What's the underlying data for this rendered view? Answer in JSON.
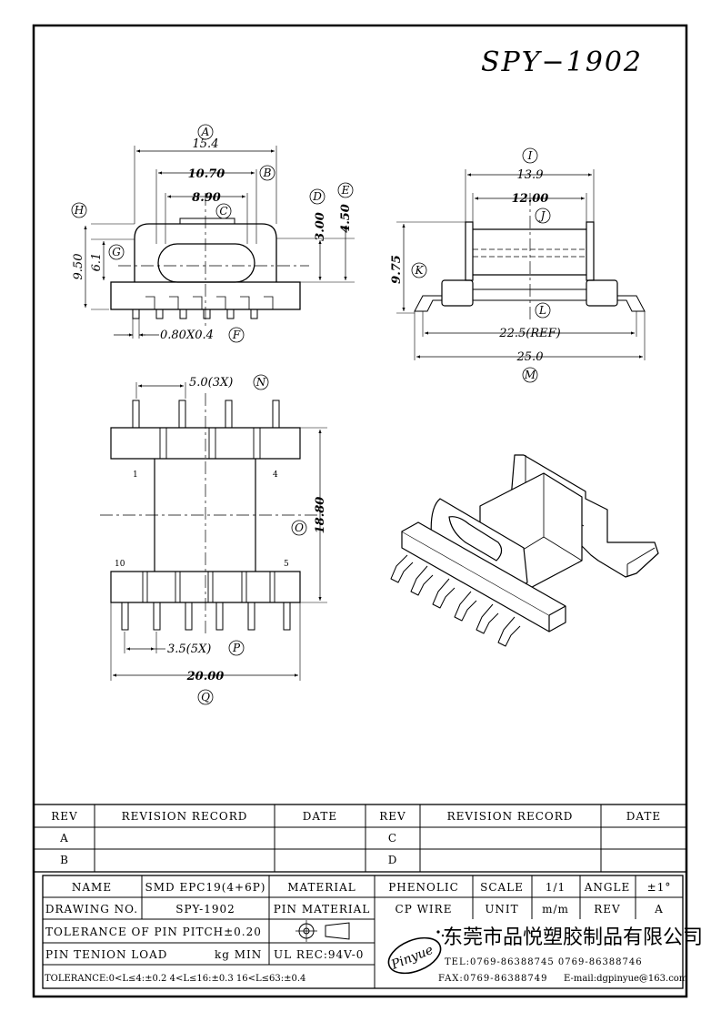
{
  "drawing": {
    "title": "SPY−1902",
    "front": {
      "A": "15.4",
      "B": "10.70",
      "C": "8.90",
      "D": "3.00",
      "E": "4.50",
      "F": "0.80X0.4",
      "G": "6.1",
      "H": "9.50",
      "letters": [
        "A",
        "B",
        "C",
        "D",
        "E",
        "F",
        "G",
        "H"
      ]
    },
    "side": {
      "I": "13.9",
      "J": "12.00",
      "K": "9.75",
      "L": "22.5(REF)",
      "M": "25.0",
      "letters": [
        "I",
        "J",
        "K",
        "L",
        "M"
      ]
    },
    "bottom": {
      "N": "5.0(3X)",
      "O": "18.80",
      "P": "3.5(5X)",
      "Q": "20.00",
      "pin1": "1",
      "pin4": "4",
      "pin10": "10",
      "pin5": "5",
      "letters": [
        "N",
        "O",
        "P",
        "Q"
      ]
    }
  },
  "revision": {
    "headers": [
      "REV",
      "REVISION RECORD",
      "DATE",
      "REV",
      "REVISION RECORD",
      "DATE"
    ],
    "rows": [
      [
        "A",
        "",
        "",
        "C",
        "",
        ""
      ],
      [
        "B",
        "",
        "",
        "D",
        "",
        ""
      ]
    ]
  },
  "titleblock": {
    "name_label": "NAME",
    "name_value": "SMD EPC19(4+6P)",
    "material_label": "MATERIAL",
    "material_value": "PHENOLIC",
    "scale_label": "SCALE",
    "scale_value": "1/1",
    "angle_label": "ANGLE",
    "angle_value": "±1°",
    "drawing_no_label": "DRAWING NO.",
    "drawing_no_value": "SPY-1902",
    "pin_material_label": "PIN MATERIAL",
    "pin_material_value": "CP WIRE",
    "unit_label": "UNIT",
    "unit_value": "m/m",
    "rev_label": "REV",
    "rev_value": "A",
    "tolerance_pitch": "TOLERANCE OF PIN PITCH±0.20",
    "pin_tension": "PIN TENION LOAD",
    "pin_tension_unit": "kg MIN",
    "ul_rec": "UL REC:94V-0",
    "tolerance_range": "TOLERANCE:0<L≤4:±0.2  4<L≤16:±0.3  16<L≤63:±0.4",
    "company_cn": "东莞市品悦塑胶制品有限公司",
    "logo_text": "Pinyue",
    "tel": "TEL:0769-86388745   0769-86388746",
    "fax": "FAX:0769-86388749",
    "email": "E-mail:dgpinyue@163.com"
  }
}
